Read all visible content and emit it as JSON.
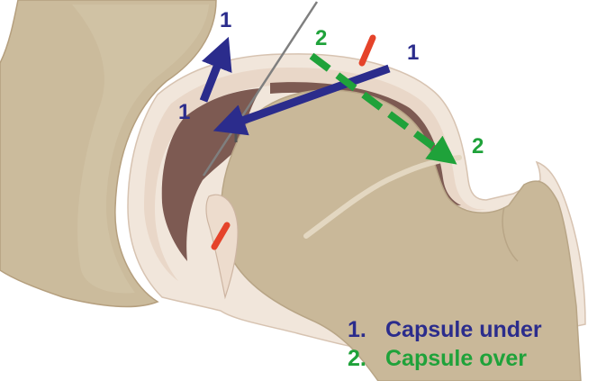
{
  "colors": {
    "bone_outer": "#c9b899",
    "bone_inner": "#cdbf9f",
    "cartilage": "#e9d7c8",
    "capsule": "#f1e6db",
    "joint_space": "#7d5a52",
    "acetabular_fat": "#d9a965",
    "under_arrow": "#2b2c8c",
    "over_arrow": "#1fa23a",
    "marker": "#e5432a",
    "needle": "#7f7f7f"
  },
  "annotations": {
    "under_label_top": "1",
    "under_label_right": "1",
    "under_label_left": "1",
    "over_label_top": "2",
    "over_label_right": "2"
  },
  "legend": {
    "items": [
      {
        "number": "1.",
        "text": "Capsule under",
        "color": "#2b2c8c"
      },
      {
        "number": "2.",
        "text": "Capsule over",
        "color": "#1fa23a"
      }
    ]
  }
}
